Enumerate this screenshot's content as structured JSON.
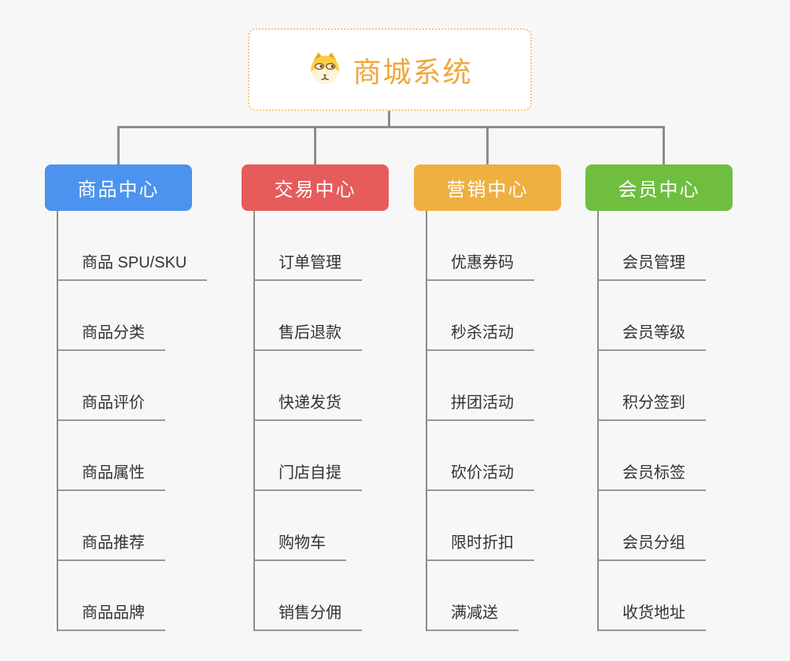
{
  "page": {
    "background_color": "#F7F7F7",
    "connector_color": "#8C8C8C",
    "leaf_line_color": "#98989B"
  },
  "root": {
    "label": "商城系统",
    "icon": "dog-face-icon",
    "text_color": "#F0A63C",
    "border_color": "#F3C87A",
    "background_color": "#FFFFFF"
  },
  "branches": [
    {
      "label": "商品中心",
      "color": "#4B93EE",
      "items": [
        "商品 SPU/SKU",
        "商品分类",
        "商品评价",
        "商品属性",
        "商品推荐",
        "商品品牌"
      ]
    },
    {
      "label": "交易中心",
      "color": "#E65C5C",
      "items": [
        "订单管理",
        "售后退款",
        "快递发货",
        "门店自提",
        "购物车",
        "销售分佣"
      ]
    },
    {
      "label": "营销中心",
      "color": "#EFAF41",
      "items": [
        "优惠券码",
        "秒杀活动",
        "拼团活动",
        "砍价活动",
        "限时折扣",
        "满减送"
      ]
    },
    {
      "label": "会员中心",
      "color": "#6FBE40",
      "items": [
        "会员管理",
        "会员等级",
        "积分签到",
        "会员标签",
        "会员分组",
        "收货地址"
      ]
    }
  ]
}
